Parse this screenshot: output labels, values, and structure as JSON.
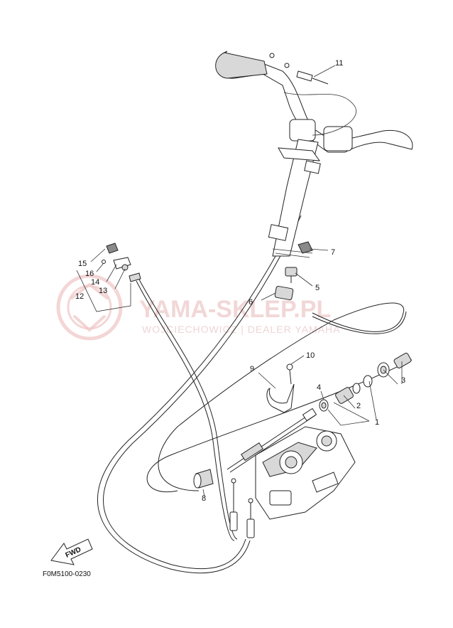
{
  "watermark": {
    "brand": "YAMA-SKLEP.PL",
    "tagline": "WOJCIECHOWICZ | DEALER YAMAHA"
  },
  "diagram_code": "F0M5100-0230",
  "fwd_label": "FWD",
  "callouts": [
    {
      "id": "c1",
      "text": "1"
    },
    {
      "id": "c2",
      "text": "2"
    },
    {
      "id": "c3",
      "text": "3"
    },
    {
      "id": "c4",
      "text": "4"
    },
    {
      "id": "c5",
      "text": "5"
    },
    {
      "id": "c6",
      "text": "6"
    },
    {
      "id": "c7",
      "text": "7"
    },
    {
      "id": "c8",
      "text": "8"
    },
    {
      "id": "c9",
      "text": "9"
    },
    {
      "id": "c10",
      "text": "10"
    },
    {
      "id": "c11",
      "text": "11"
    },
    {
      "id": "c12",
      "text": "12"
    },
    {
      "id": "c13",
      "text": "13"
    },
    {
      "id": "c14",
      "text": "14"
    },
    {
      "id": "c15",
      "text": "15"
    },
    {
      "id": "c16",
      "text": "16"
    }
  ]
}
